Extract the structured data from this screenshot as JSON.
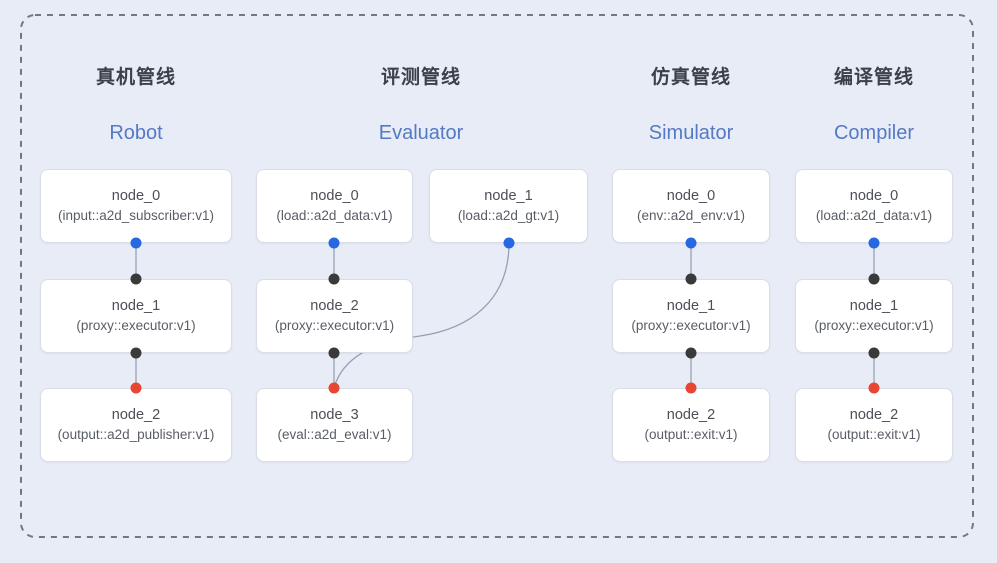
{
  "colors": {
    "background": "#e8ecf7",
    "border_dash": "#74777f",
    "node_fill": "#ffffff",
    "node_border": "#d9dde5",
    "node_title_text": "#4b4f57",
    "node_subtitle_text": "#595d65",
    "header_cn_text": "#3c4049",
    "header_en_text": "#5579c4",
    "edge_line": "#98a1b1",
    "dot_blue": "#2767e2",
    "dot_black": "#3a3a3a",
    "dot_red": "#e84532"
  },
  "pipelines": [
    {
      "title_cn": "真机管线",
      "title_en": "Robot",
      "nodes": [
        {
          "title": "node_0",
          "subtitle": "(input::a2d_subscriber:v1)"
        },
        {
          "title": "node_1",
          "subtitle": "(proxy::executor:v1)"
        },
        {
          "title": "node_2",
          "subtitle": "(output::a2d_publisher:v1)"
        }
      ]
    },
    {
      "title_cn": "评测管线",
      "title_en": "Evaluator",
      "nodes": [
        {
          "title": "node_0",
          "subtitle": "(load::a2d_data:v1)"
        },
        {
          "title": "node_1",
          "subtitle": "(load::a2d_gt:v1)"
        },
        {
          "title": "node_2",
          "subtitle": "(proxy::executor:v1)"
        },
        {
          "title": "node_3",
          "subtitle": "(eval::a2d_eval:v1)"
        }
      ]
    },
    {
      "title_cn": "仿真管线",
      "title_en": "Simulator",
      "nodes": [
        {
          "title": "node_0",
          "subtitle": "(env::a2d_env:v1)"
        },
        {
          "title": "node_1",
          "subtitle": "(proxy::executor:v1)"
        },
        {
          "title": "node_2",
          "subtitle": "(output::exit:v1)"
        }
      ]
    },
    {
      "title_cn": "编译管线",
      "title_en": "Compiler",
      "nodes": [
        {
          "title": "node_0",
          "subtitle": "(load::a2d_data:v1)"
        },
        {
          "title": "node_1",
          "subtitle": "(proxy::executor:v1)"
        },
        {
          "title": "node_2",
          "subtitle": "(output::exit:v1)"
        }
      ]
    }
  ]
}
